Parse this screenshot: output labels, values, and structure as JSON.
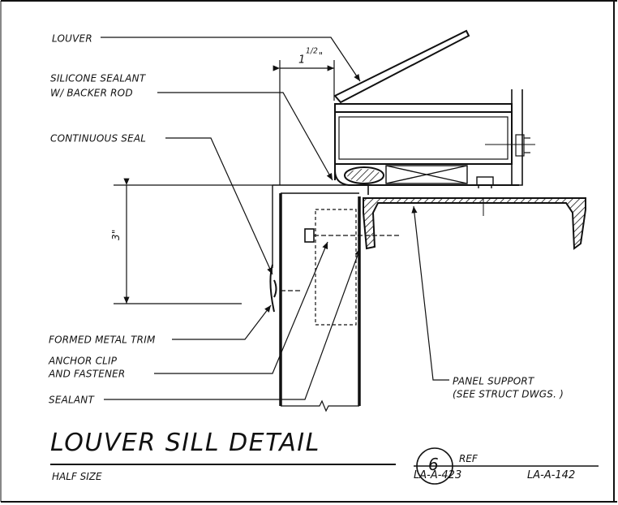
{
  "callouts": {
    "louver": "LOUVER",
    "sealant_line1": "SILICONE SEALANT",
    "sealant_line2": "W/ BACKER ROD",
    "continuous_seal": "CONTINUOUS SEAL",
    "formed_trim": "FORMED METAL TRIM",
    "anchor_line1": "ANCHOR CLIP",
    "anchor_line2": "AND FASTENER",
    "sealant": "SEALANT",
    "panel_line1": "PANEL SUPPORT",
    "panel_line2": "(SEE STRUCT DWGS. )"
  },
  "dimensions": {
    "top_whole": "1",
    "top_fraction": "1/2",
    "top_mark": "\"",
    "side": "3\""
  },
  "title_block": {
    "title": "LOUVER SILL DETAIL",
    "scale": "HALF SIZE",
    "detail_number": "6",
    "ref_label": "REF",
    "sheet_ref": "LA-A-423",
    "sheet_ref_2": "LA-A-142"
  }
}
